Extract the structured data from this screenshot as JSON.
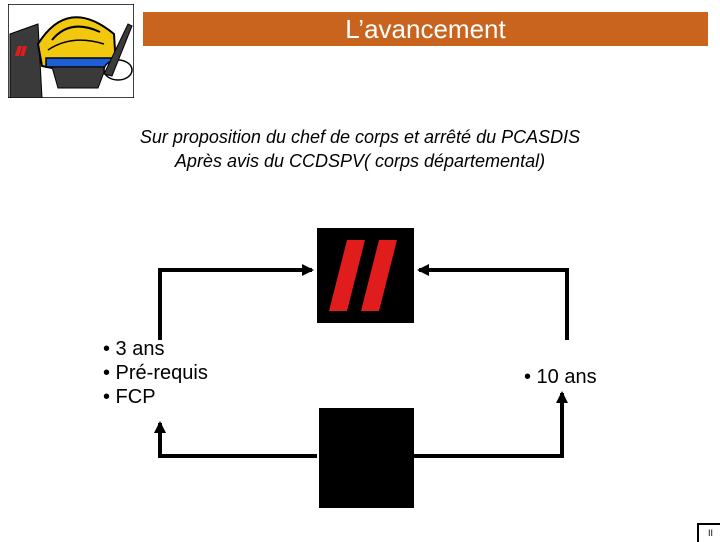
{
  "header": {
    "title": "L’avancement"
  },
  "subtitle": {
    "line1": "Sur proposition du chef de corps et arrêté du PCASDIS",
    "line2": "Après avis du CCDSPV( corps départemental)"
  },
  "left_block": {
    "items": [
      "• 3 ans",
      "• Pré-requis",
      "• FCP"
    ]
  },
  "right_block": {
    "items": [
      "• 10 ans"
    ]
  },
  "footer": {
    "page_mark": "II"
  },
  "colors": {
    "title_bar": "#c8641e",
    "rank_stripe": "#e01c1c",
    "rank_box": "#000000"
  },
  "icons": {
    "logo": "firefighter-helmet-icon",
    "rank_top": "double-stripe-rank-icon"
  }
}
